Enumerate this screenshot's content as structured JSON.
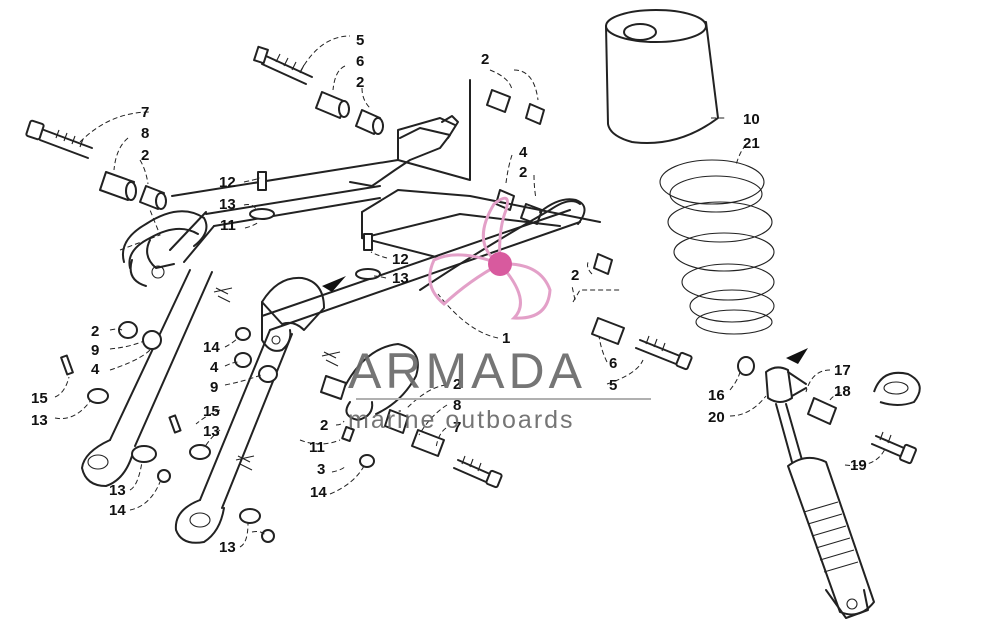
{
  "diagram": {
    "callouts": [
      {
        "id": "c5a",
        "text": "5"
      },
      {
        "id": "c6a",
        "text": "6"
      },
      {
        "id": "c2a",
        "text": "2"
      },
      {
        "id": "c2b",
        "text": "2"
      },
      {
        "id": "c7a",
        "text": "7"
      },
      {
        "id": "c8a",
        "text": "8"
      },
      {
        "id": "c2c",
        "text": "2"
      },
      {
        "id": "c12a",
        "text": "12"
      },
      {
        "id": "c13a",
        "text": "13"
      },
      {
        "id": "c11a",
        "text": "11"
      },
      {
        "id": "c4a",
        "text": "4"
      },
      {
        "id": "c2d",
        "text": "2"
      },
      {
        "id": "c12b",
        "text": "12"
      },
      {
        "id": "c13b",
        "text": "13"
      },
      {
        "id": "c2e",
        "text": "2"
      },
      {
        "id": "c10",
        "text": "10"
      },
      {
        "id": "c21",
        "text": "21"
      },
      {
        "id": "c2f",
        "text": "2"
      },
      {
        "id": "c9a",
        "text": "9"
      },
      {
        "id": "c4b",
        "text": "4"
      },
      {
        "id": "c14a",
        "text": "14"
      },
      {
        "id": "c4c",
        "text": "4"
      },
      {
        "id": "c9b",
        "text": "9"
      },
      {
        "id": "c1",
        "text": "1"
      },
      {
        "id": "c15a",
        "text": "15"
      },
      {
        "id": "c13c",
        "text": "13"
      },
      {
        "id": "c15b",
        "text": "15"
      },
      {
        "id": "c13d",
        "text": "13"
      },
      {
        "id": "c6b",
        "text": "6"
      },
      {
        "id": "c5b",
        "text": "5"
      },
      {
        "id": "c2g",
        "text": "2"
      },
      {
        "id": "c8b",
        "text": "8"
      },
      {
        "id": "c7b",
        "text": "7"
      },
      {
        "id": "c2h",
        "text": "2"
      },
      {
        "id": "c11b",
        "text": "11"
      },
      {
        "id": "c3",
        "text": "3"
      },
      {
        "id": "c14b",
        "text": "14"
      },
      {
        "id": "c13e",
        "text": "13"
      },
      {
        "id": "c14c",
        "text": "14"
      },
      {
        "id": "c13f",
        "text": "13"
      },
      {
        "id": "c16",
        "text": "16"
      },
      {
        "id": "c20",
        "text": "20"
      },
      {
        "id": "c17",
        "text": "17"
      },
      {
        "id": "c18",
        "text": "18"
      },
      {
        "id": "c19",
        "text": "19"
      }
    ]
  },
  "watermark": {
    "brand": "ARMADA",
    "tagline": "marine outboards",
    "logo_color": "#e3a0c8",
    "logo_center_color": "#d85a9e"
  }
}
